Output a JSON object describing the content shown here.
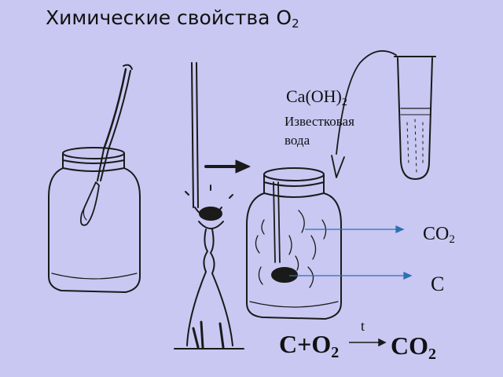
{
  "title": {
    "text": "Химические свойства O",
    "subscript": "2"
  },
  "labels": {
    "reagent_formula": "Ca(OH)",
    "reagent_subscript": "2",
    "reagent_name_line1": "Известковая",
    "reagent_name_line2": "вода",
    "product_label": "CO",
    "product_subscript": "2",
    "reactant_label": "C"
  },
  "equation": {
    "left": "C+O",
    "left_subscript": "2",
    "condition": "t",
    "right": "CO",
    "right_subscript": "2"
  },
  "colors": {
    "background": "#c8c8f2",
    "ink": "#1a1a1a",
    "pointer_arrow": "#2f6fb3"
  }
}
